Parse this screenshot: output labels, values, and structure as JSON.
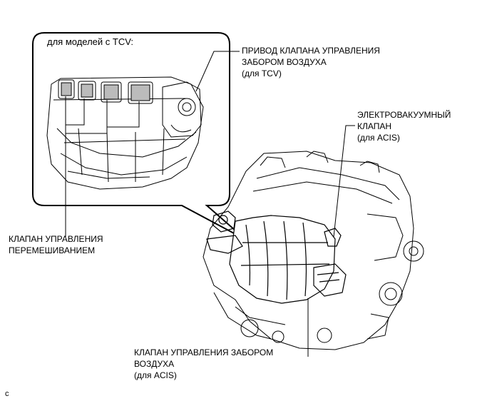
{
  "inset": {
    "title": "для моделей с TCV:"
  },
  "callouts": {
    "tcv_actuator": {
      "line1": "ПРИВОД КЛАПАНА УПРАВЛЕНИЯ",
      "line2": "ЗАБОРОМ ВОЗДУХА",
      "line3": "(для TCV)"
    },
    "vsv": {
      "line1": "ЭЛЕКТРОВАКУУМНЫЙ",
      "line2": "КЛАПАН",
      "line3": "(для ACIS)"
    },
    "mixing_valve": {
      "line1": "КЛАПАН УПРАВЛЕНИЯ",
      "line2": "ПЕРЕМЕШИВАНИЕМ"
    },
    "intake_valve": {
      "line1": "КЛАПАН УПРАВЛЕНИЯ ЗАБОРОМ",
      "line2": "ВОЗДУХА",
      "line3": "(для ACIS)"
    }
  },
  "corner_code": "c"
}
